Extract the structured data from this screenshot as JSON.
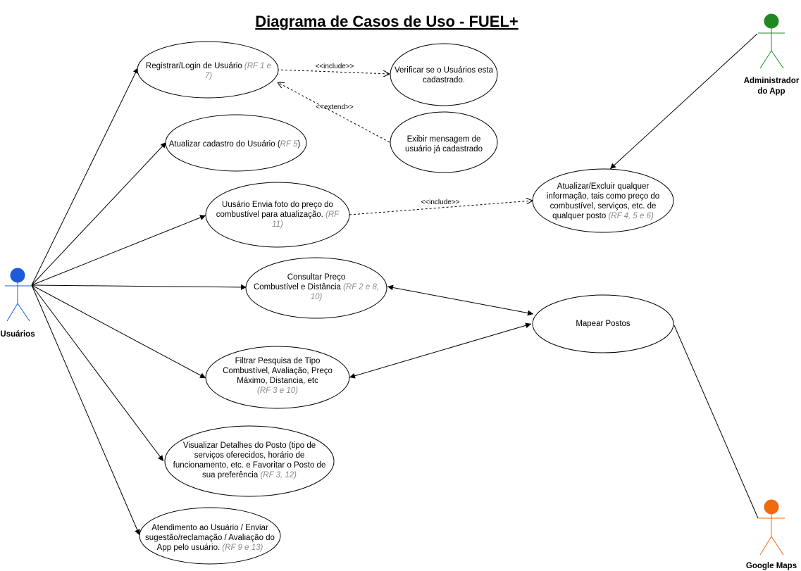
{
  "title": "Diagrama de Casos de Uso - FUEL+",
  "actors": {
    "usuarios": {
      "label": "Usuários",
      "color": "#1F5BD8"
    },
    "admin": {
      "label_lines": [
        "Administrador",
        "do App"
      ],
      "color": "#1E8A1E"
    },
    "google_maps": {
      "label": "Google Maps",
      "color": "#F06A0F"
    }
  },
  "use_cases": {
    "registrar": {
      "lines": [
        [
          "Registrar/Login de Usuário ",
          "(RF 1 e"
        ],
        [
          "",
          "7)"
        ]
      ]
    },
    "verificar": {
      "lines": [
        [
          "Verificar se o Usuários esta",
          ""
        ],
        [
          "cadastrado.",
          ""
        ]
      ]
    },
    "exibir": {
      "lines": [
        [
          "Exibir mensagem de",
          ""
        ],
        [
          "usuário já cadastrado",
          ""
        ]
      ]
    },
    "atualizar_cadastro": {
      "lines": [
        [
          "Atualizar cadastro do Usuário (",
          "RF 5",
          ")"
        ]
      ]
    },
    "envia_foto": {
      "lines": [
        [
          "Uusário Envia foto do preço do",
          ""
        ],
        [
          "combustível para atualização. ",
          "(RF"
        ],
        [
          "",
          "11)"
        ]
      ]
    },
    "atualizar_excluir": {
      "lines": [
        [
          "Atualizar/Excluir qualquer",
          ""
        ],
        [
          "informação, tais como preço do",
          ""
        ],
        [
          "combustível, serviços, etc. de",
          ""
        ],
        [
          "qualquer posto ",
          "(RF 4, 5 e 6)"
        ]
      ]
    },
    "consultar": {
      "lines": [
        [
          "Consultar Preço",
          ""
        ],
        [
          "Combustível e Distância ",
          "(RF 2 e 8,"
        ],
        [
          "",
          "10)"
        ]
      ]
    },
    "mapear": {
      "lines": [
        [
          "Mapear Postos",
          ""
        ]
      ]
    },
    "filtrar": {
      "lines": [
        [
          "Filtrar Pesquisa de Tipo",
          ""
        ],
        [
          "Combustível, Avaliação, Preço",
          ""
        ],
        [
          "Máximo, Distancia, etc",
          ""
        ],
        [
          "",
          "(RF 3 e 10)"
        ]
      ]
    },
    "visualizar": {
      "lines": [
        [
          "Visualizar Detalhes do Posto (tipo de",
          ""
        ],
        [
          "serviços oferecidos, horário de",
          ""
        ],
        [
          "funcionamento, etc. e Favoritar o Posto de",
          ""
        ],
        [
          "sua preferência ",
          "(RF 3, 12)"
        ]
      ]
    },
    "atendimento": {
      "lines": [
        [
          "Atendimento ao Usuário / Enviar",
          ""
        ],
        [
          "sugestão/reclamação / Avaliação do",
          ""
        ],
        [
          "App pelo usuário. ",
          "(RF 9 e 13)"
        ]
      ]
    }
  },
  "relations": {
    "include_1": "<<include>>",
    "extend_1": "<<extend>>",
    "include_2": "<<include>>"
  }
}
